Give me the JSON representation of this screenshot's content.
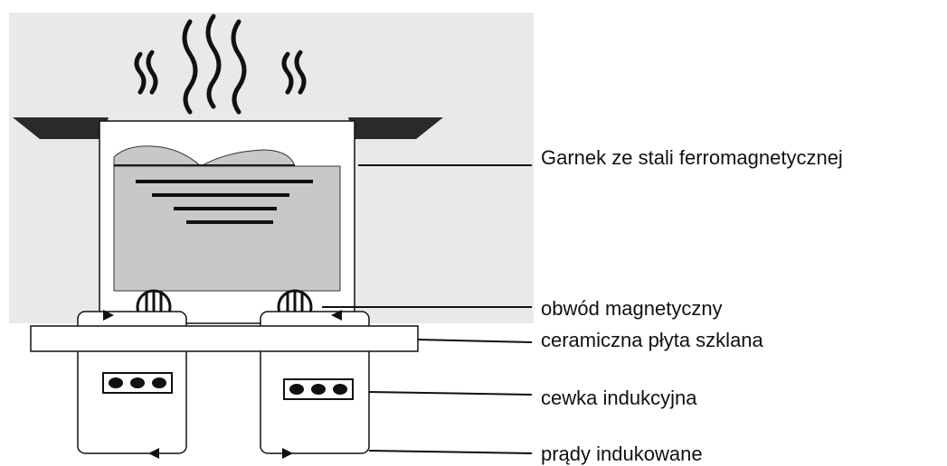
{
  "labels": {
    "pot": "Garnek ze stali ferromagnetycznej",
    "magnetic_circuit": "obwód magnetyczny",
    "glass_plate": "ceramiczna płyta szklana",
    "induction_coil": "cewka indukcyjna",
    "induced_currents": "prądy indukowane"
  },
  "colors": {
    "background_top": "#e8e8e8",
    "liquid": "#c8c8c8",
    "line": "#111111"
  }
}
